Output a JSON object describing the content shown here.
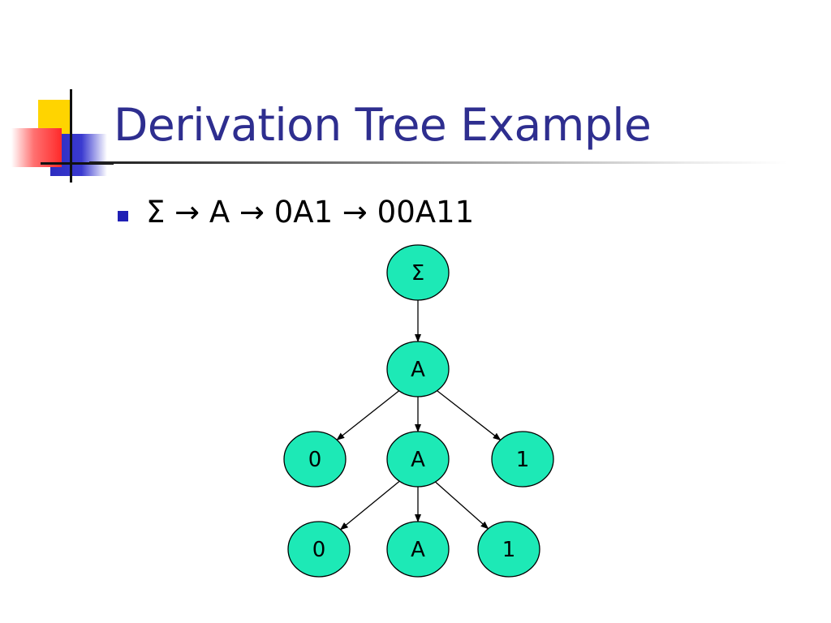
{
  "slide": {
    "title": "Derivation Tree Example",
    "bullet": "Σ → A → 0A1 → 00A11"
  },
  "colors": {
    "title": "#2e2e8f",
    "bullet": "#1f1fb5",
    "node_fill": "#1de9b6",
    "node_stroke": "#000000"
  },
  "tree": {
    "nodes": [
      {
        "id": "root",
        "label": "Σ"
      },
      {
        "id": "a1",
        "label": "A"
      },
      {
        "id": "zero1",
        "label": "0"
      },
      {
        "id": "a2",
        "label": "A"
      },
      {
        "id": "one1",
        "label": "1"
      },
      {
        "id": "zero2",
        "label": "0"
      },
      {
        "id": "a3",
        "label": "A"
      },
      {
        "id": "one2",
        "label": "1"
      }
    ],
    "edges": [
      {
        "from": "root",
        "to": "a1"
      },
      {
        "from": "a1",
        "to": "zero1"
      },
      {
        "from": "a1",
        "to": "a2"
      },
      {
        "from": "a1",
        "to": "one1"
      },
      {
        "from": "a2",
        "to": "zero2"
      },
      {
        "from": "a2",
        "to": "a3"
      },
      {
        "from": "a2",
        "to": "one2"
      }
    ]
  }
}
